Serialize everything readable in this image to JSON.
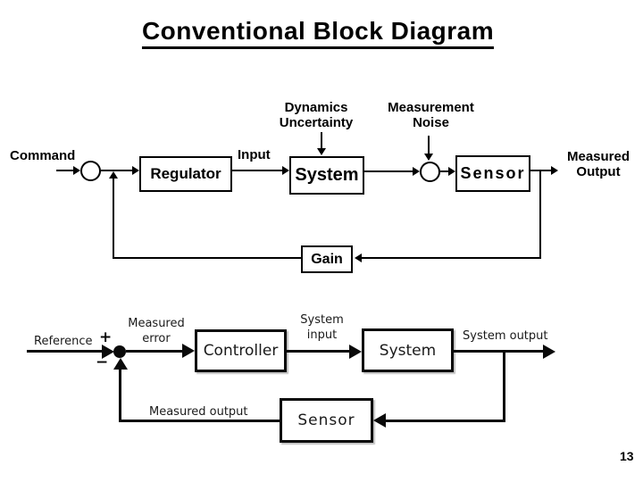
{
  "slide": {
    "title": "Conventional Block Diagram",
    "page_number": "13"
  },
  "colors": {
    "background": "#ffffff",
    "ink": "#000000",
    "image_ink": "#0a0a0a"
  },
  "top_diagram": {
    "labels": {
      "command": "Command",
      "input": "Input",
      "dynamics_uncertainty_line1": "Dynamics",
      "dynamics_uncertainty_line2": "Uncertainty",
      "measurement_noise_line1": "Measurement",
      "measurement_noise_line2": "Noise",
      "measured_output_line1": "Measured",
      "measured_output_line2": "Output"
    },
    "blocks": {
      "regulator": "Regulator",
      "system": "System",
      "sensor": "Sensor",
      "gain": "Gain"
    }
  },
  "bottom_diagram": {
    "labels": {
      "reference": "Reference",
      "plus_sign": "+",
      "minus_sign": "−",
      "measured_error_line1": "Measured",
      "measured_error_line2": "error",
      "system_input_line1": "System",
      "system_input_line2": "input",
      "system_output": "System output",
      "measured_output": "Measured output"
    },
    "blocks": {
      "controller": "Controller",
      "system": "System",
      "sensor": "Sensor"
    }
  }
}
